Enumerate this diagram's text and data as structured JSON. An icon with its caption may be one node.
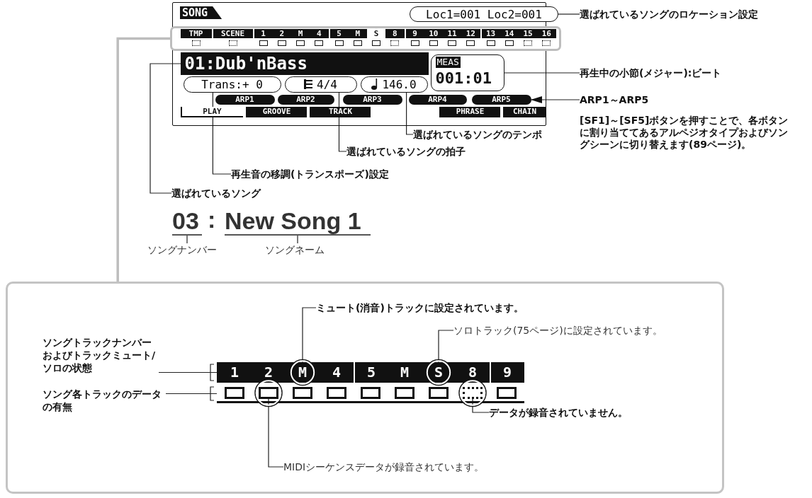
{
  "diagram": {
    "nodes": [
      {
        "text": [
          "SONG"
        ]
      },
      {
        "text": [
          "Loc1=001 Loc2=001"
        ]
      },
      {
        "text": [
          "TMP",
          "SCENE",
          "1",
          "2",
          "M",
          "4",
          "5",
          "M",
          "S",
          "8",
          "9",
          "10",
          "11",
          "12",
          "13",
          "14",
          "15",
          "16"
        ],
        "in": 0
      },
      {
        "text": [
          "01:Dub'nBass"
        ],
        "in": 0
      },
      {
        "text": [
          "MEAS",
          "001:01"
        ],
        "in": 0
      },
      {
        "text": [
          "Trans:+ 0"
        ],
        "in": 0
      },
      {
        "text": [
          "4/4"
        ],
        "in": 0
      },
      {
        "text": [
          "146.0"
        ],
        "in": 0
      },
      {
        "text": [
          "ARP1"
        ],
        "in": 0
      },
      {
        "text": [
          "ARP2"
        ],
        "in": 0
      },
      {
        "text": [
          "ARP3"
        ],
        "in": 0
      },
      {
        "text": [
          "ARP4"
        ],
        "in": 0
      },
      {
        "text": [
          "ARP5"
        ],
        "in": 0
      },
      {
        "text": [
          "PLAY"
        ],
        "in": 0
      },
      {
        "text": [
          "GROOVE"
        ],
        "in": 0
      },
      {
        "text": [
          "TRACK"
        ],
        "in": 0
      },
      {
        "text": [
          "PHRASE"
        ],
        "in": 0
      },
      {
        "text": [
          "CHAIN"
        ],
        "in": 0
      },
      {
        "text": [
          "選ばれているソングのロケーション設定"
        ]
      },
      {
        "text": [
          "再生中の小節(メジャー):ビート"
        ]
      },
      {
        "text": [
          "ARP1～ARP5"
        ]
      },
      {
        "text": [
          "選ばれているソングのテンポ"
        ]
      },
      {
        "text": [
          "選ばれているソングの拍子"
        ]
      },
      {
        "text": [
          "再生音の移調(トランスポーズ)設定"
        ]
      },
      {
        "text": [
          "選ばれているソング"
        ]
      },
      {
        "text": [
          "03"
        ]
      },
      {
        "text": [
          "New Song 1"
        ]
      },
      {
        "text": [
          "ソングナンバー"
        ]
      },
      {
        "text": [
          "ソングネーム"
        ]
      },
      {
        "text": [],
        "shape": "box"
      },
      {
        "text": [],
        "shape": "bar",
        "in": 29
      },
      {
        "text": [
          "1"
        ],
        "in": 30
      },
      {
        "text": [
          "2"
        ],
        "in": 30
      },
      {
        "text": [
          "M"
        ],
        "in": 30
      },
      {
        "text": [
          "4"
        ],
        "in": 30
      },
      {
        "text": [
          "5"
        ],
        "in": 30
      },
      {
        "text": [
          "M"
        ],
        "in": 30
      },
      {
        "text": [
          "S"
        ],
        "in": 30
      },
      {
        "text": [
          "8"
        ],
        "in": 30
      },
      {
        "text": [
          "9"
        ],
        "in": 30
      },
      {
        "text": [],
        "shape": "bar",
        "in": 29
      },
      {
        "text": [],
        "shape": "box",
        "in": 40
      },
      {
        "text": [],
        "shape": "box",
        "in": 40
      },
      {
        "text": [],
        "shape": "box",
        "in": 40
      },
      {
        "text": [],
        "shape": "box",
        "in": 40
      },
      {
        "text": [],
        "shape": "box",
        "in": 40
      },
      {
        "text": [],
        "shape": "box",
        "in": 40
      },
      {
        "text": [],
        "shape": "box",
        "in": 40
      },
      {
        "text": [],
        "shape": "box",
        "in": 40
      },
      {
        "text": [],
        "shape": "box",
        "in": 40
      },
      {
        "text": [
          "ソングトラックナンバーおよびトラックミュート/ソロの状態"
        ],
        "in": 29
      },
      {
        "text": [
          "ソング各トラックのデータの有無"
        ],
        "in": 29
      },
      {
        "text": [
          "ミュート(消音)トラックに設定されています。"
        ],
        "in": 29
      },
      {
        "text": [
          "ソロトラック(75ページ)に設定されています。"
        ],
        "in": 29
      },
      {
        "text": [
          "データが録音されていません。"
        ],
        "in": 29
      },
      {
        "text": [
          "MIDIシーケンスデータが録音されています。"
        ],
        "in": 29
      }
    ],
    "edges": [
      {
        "from": 18,
        "to": 1,
        "arrow": "none"
      },
      {
        "from": 19,
        "to": 4,
        "arrow": "none"
      },
      {
        "from": 20,
        "to": 12,
        "arrow": "to"
      },
      {
        "from": 21,
        "to": 7,
        "arrow": "none"
      },
      {
        "from": 22,
        "to": 6,
        "arrow": "none"
      },
      {
        "from": 23,
        "to": 5,
        "arrow": "none"
      },
      {
        "from": 24,
        "to": 3,
        "arrow": "none"
      },
      {
        "from": 27,
        "to": 25,
        "arrow": "none"
      },
      {
        "from": 28,
        "to": 26,
        "arrow": "none"
      },
      {
        "from": 2,
        "to": 29,
        "arrow": "none",
        "style": "thick",
        "color": "#bdbdbd"
      },
      {
        "from": 50,
        "to": 30,
        "arrow": "none"
      },
      {
        "from": 51,
        "to": 40,
        "arrow": "none"
      },
      {
        "from": 52,
        "to": 33,
        "arrow": "none"
      },
      {
        "from": 53,
        "to": 37,
        "arrow": "none"
      },
      {
        "from": 54,
        "to": 48,
        "arrow": "none"
      },
      {
        "from": 55,
        "to": 42,
        "arrow": "none"
      }
    ],
    "labels": [
      "[SF1]～[SF5]ボタンを押すことで、各ボタンに割り当ててあるアルペジオタイプおよびソングシーンに切り替えます(89ページ)。",
      ":"
    ]
  }
}
